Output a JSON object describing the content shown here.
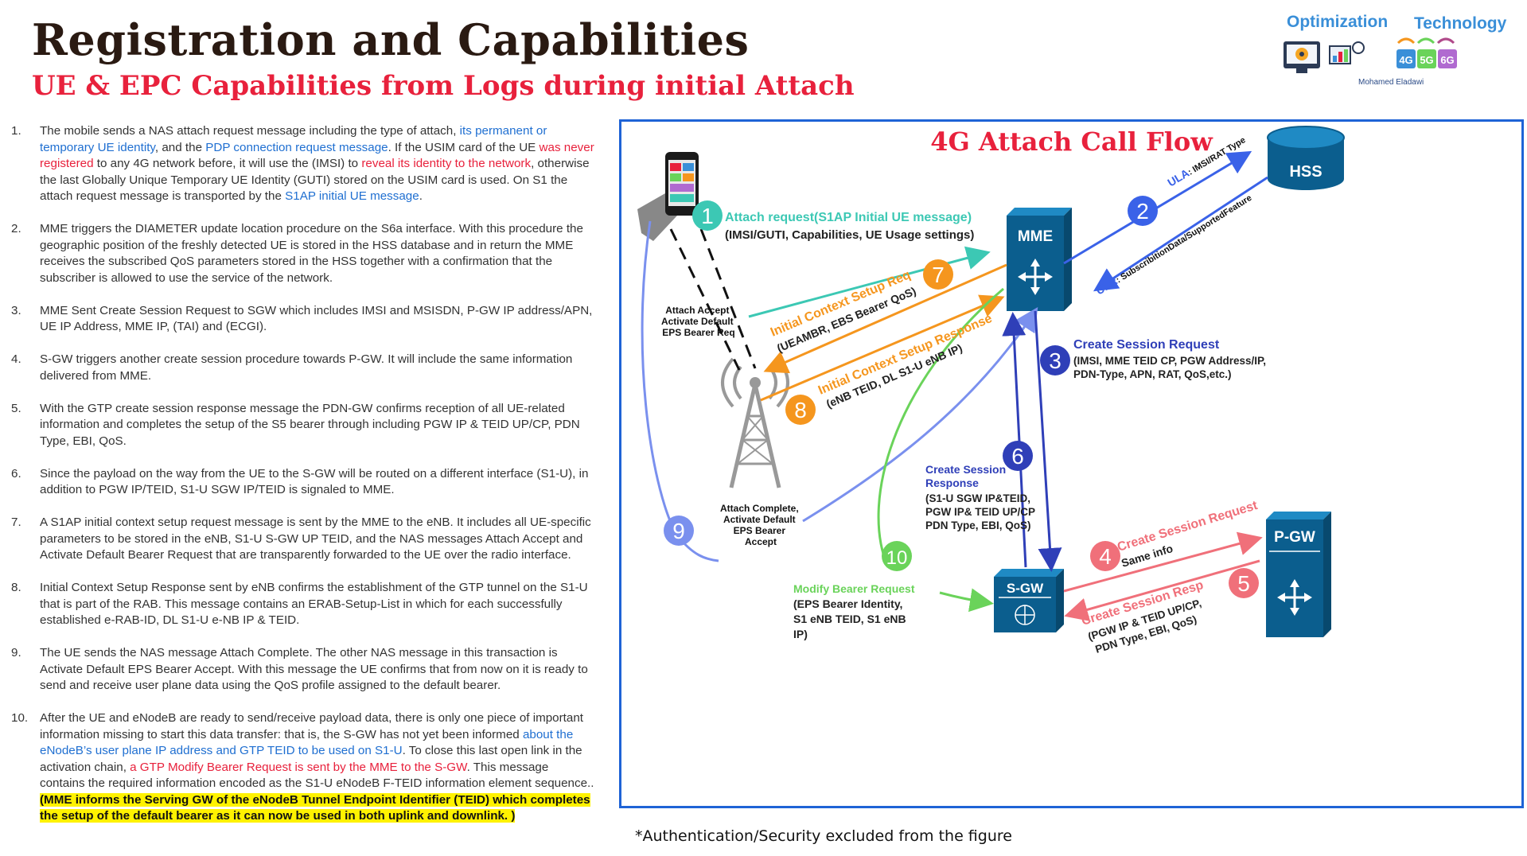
{
  "header": {
    "title": "Registration and Capabilities",
    "subtitle": "UE & EPC Capabilities from Logs during initial Attach"
  },
  "branding": {
    "optimization": "Optimization",
    "technology": "Technology",
    "author": "Mohamed Eladawi",
    "gen_labels": [
      "4G",
      "5G",
      "6G"
    ],
    "icons": [
      "monitor-gear-icon",
      "dashboard-icon",
      "signal-tower-icon"
    ]
  },
  "steps": [
    {
      "num": "1.",
      "parts": [
        {
          "t": "The mobile sends a NAS attach request message including the type of attach, ",
          "s": ""
        },
        {
          "t": "its permanent or temporary UE identity",
          "s": "blue"
        },
        {
          "t": ", and the ",
          "s": ""
        },
        {
          "t": "PDP connection request message",
          "s": "blue"
        },
        {
          "t": ". If the USIM card of the UE ",
          "s": ""
        },
        {
          "t": "was never registered",
          "s": "red"
        },
        {
          "t": " to any 4G network before, it will use the (IMSI) to ",
          "s": ""
        },
        {
          "t": "reveal its identity to the network",
          "s": "red"
        },
        {
          "t": ", otherwise the last Globally Unique Temporary UE Identity (GUTI) stored on the USIM card is used. On S1 the attach request message is transported by the ",
          "s": ""
        },
        {
          "t": "S1AP initial UE message",
          "s": "blue"
        },
        {
          "t": ".",
          "s": ""
        }
      ]
    },
    {
      "num": "2.",
      "parts": [
        {
          "t": "MME triggers the DIAMETER update location procedure on the S6a interface. With this procedure the geographic position of the freshly detected UE is stored in the HSS database and in return the MME receives the subscribed QoS parameters stored in the HSS together with a confirmation that the subscriber is allowed to use the service of the network.",
          "s": ""
        }
      ]
    },
    {
      "num": "3.",
      "parts": [
        {
          "t": "MME Sent Create Session Request to SGW which includes IMSI and MSISDN, P-GW IP address/APN, UE IP Address, MME IP, (TAI) and (ECGI).",
          "s": ""
        }
      ]
    },
    {
      "num": "4.",
      "parts": [
        {
          "t": "S-GW triggers another create session procedure towards P-GW. It will include the same information delivered from MME.",
          "s": ""
        }
      ]
    },
    {
      "num": "5.",
      "parts": [
        {
          "t": "With the GTP create session response message the PDN-GW confirms reception of all UE-related information and completes the setup of the S5 bearer through including PGW IP & TEID UP/CP,  PDN Type, EBI, QoS.",
          "s": ""
        }
      ]
    },
    {
      "num": "6.",
      "parts": [
        {
          "t": "Since the payload on the way from the UE to the S-GW will be routed on a different interface (S1-U), in addition to PGW IP/TEID, S1-U SGW IP/TEID is signaled to MME.",
          "s": ""
        }
      ]
    },
    {
      "num": "7.",
      "parts": [
        {
          "t": "A S1AP initial context setup request message is sent by the MME to the eNB. It includes all UE-specific parameters to be stored in the eNB, S1-U S-GW UP TEID, and the NAS messages Attach Accept and Activate Default Bearer Request that are transparently forwarded to the UE over the radio interface.",
          "s": ""
        }
      ]
    },
    {
      "num": "8.",
      "parts": [
        {
          "t": "Initial Context Setup Response sent by eNB confirms the establishment of the GTP tunnel on the S1-U that is part of the RAB. This message contains an ERAB-Setup-List in which for each successfully established e-RAB-ID, DL S1-U e-NB IP & TEID.",
          "s": ""
        }
      ]
    },
    {
      "num": "9.",
      "parts": [
        {
          "t": "The UE sends the NAS message Attach Complete. The other NAS message in this transaction is Activate Default EPS Bearer Accept. With this message the UE confirms that from now on it is ready to send and receive user plane data using the QoS profile assigned to the default bearer.",
          "s": ""
        }
      ]
    },
    {
      "num": "10.",
      "parts": [
        {
          "t": "After the UE and eNodeB are ready to send/receive payload data, there is only one piece of important information missing to start this data transfer: that is, the S-GW has not yet been informed ",
          "s": ""
        },
        {
          "t": "about the eNodeB’s user plane IP address and GTP TEID to be used on S1-U",
          "s": "blue"
        },
        {
          "t": ". To close this last open link in the activation chain, ",
          "s": ""
        },
        {
          "t": "a GTP Modify Bearer Request is sent by the MME to the S-GW",
          "s": "red"
        },
        {
          "t": ". This message contains the required information encoded as the S1-U eNodeB F-TEID information element sequence..",
          "s": ""
        },
        {
          "t": "(MME informs the Serving GW of the eNodeB Tunnel Endpoint Identifier (TEID) which completes the setup of the default bearer as it can now be used in both uplink and downlink. )",
          "s": "hl"
        }
      ]
    }
  ],
  "diagram": {
    "title": "4G Attach Call Flow",
    "nodes": {
      "hss": "HSS",
      "mme": "MME",
      "sgw": "S-GW",
      "pgw": "P-GW"
    },
    "colors": {
      "border": "#1e63d6",
      "node": "#0b5e8e",
      "teal": "#3cc8b4",
      "blue": "#3a62e8",
      "navy": "#2f3fb8",
      "orange": "#f5961e",
      "salmon": "#f0707a",
      "green": "#6ad35a",
      "periwinkle": "#7a90ee"
    },
    "messages": {
      "m1_title": "Attach request(S1AP Initial UE message)",
      "m1_detail": "(IMSI/GUTI, Capabilities, UE Usage settings)",
      "attach_accept": [
        "Attach Accept",
        "Activate Default",
        "EPS Bearer Req"
      ],
      "ula_prefix": "ULA",
      "ula_rest": ": IMSI/RAT Type",
      "ulr_prefix": "ULR",
      "ulr_rest": ": SubscribitionData/SupportedFeature",
      "csr_title": "Create Session Request",
      "csr_detail": [
        "(IMSI, MME TEID CP, PGW Address/IP,",
        "PDN-Type, APN, RAT, QoS,etc.)"
      ],
      "icsr_title": "Initial Context Setup Req",
      "icsr_detail": "(UEAMBR, EBS Bearer QoS)",
      "icsresp_title": "Initial Context Setup Response",
      "icsresp_detail": "(eNB TEID, DL S1-U eNB IP)",
      "cs_resp_title": [
        "Create Session",
        "Response"
      ],
      "cs_resp_detail": [
        "(S1-U SGW IP&TEID,",
        "PGW IP& TEID UP/CP",
        "PDN Type, EBI, QoS)"
      ],
      "attach_complete": [
        "Attach Complete,",
        "Activate Default",
        "EPS Bearer",
        "Accept"
      ],
      "mbr_title": "Modify Bearer Request",
      "mbr_detail": [
        "(EPS Bearer Identity,",
        "S1 eNB TEID, S1 eNB",
        "IP)"
      ],
      "s5_req_title": "Create Session Request",
      "s5_req_detail": "Same info",
      "s5_resp_title": "Create Session Resp",
      "s5_resp_detail": [
        "(PGW IP & TEID UP/CP,",
        "PDN Type, EBI, QoS)"
      ]
    },
    "step_numbers": [
      "1",
      "2",
      "3",
      "4",
      "5",
      "6",
      "7",
      "8",
      "9",
      "10"
    ],
    "icons": [
      "smartphone-icon",
      "cell-tower-icon",
      "router-icon"
    ]
  },
  "footnote": "*Authentication/Security excluded from the figure"
}
